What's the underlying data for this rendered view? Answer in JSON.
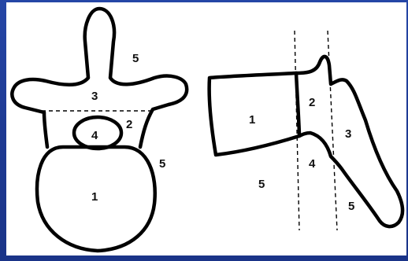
{
  "colors": {
    "frame": "#1f3a8a",
    "background": "#ffffff",
    "outline": "#000000"
  },
  "diagram": {
    "superior_view": {
      "labels": {
        "body": "1",
        "pedicle": "2",
        "lamina": "3",
        "canal": "4",
        "outer": "5",
        "outer_right": "5"
      }
    },
    "lateral_view": {
      "labels": {
        "body": "1",
        "pedicle": "2",
        "process": "3",
        "foramen": "4",
        "outer_left": "5",
        "outer_right": "5"
      }
    }
  }
}
